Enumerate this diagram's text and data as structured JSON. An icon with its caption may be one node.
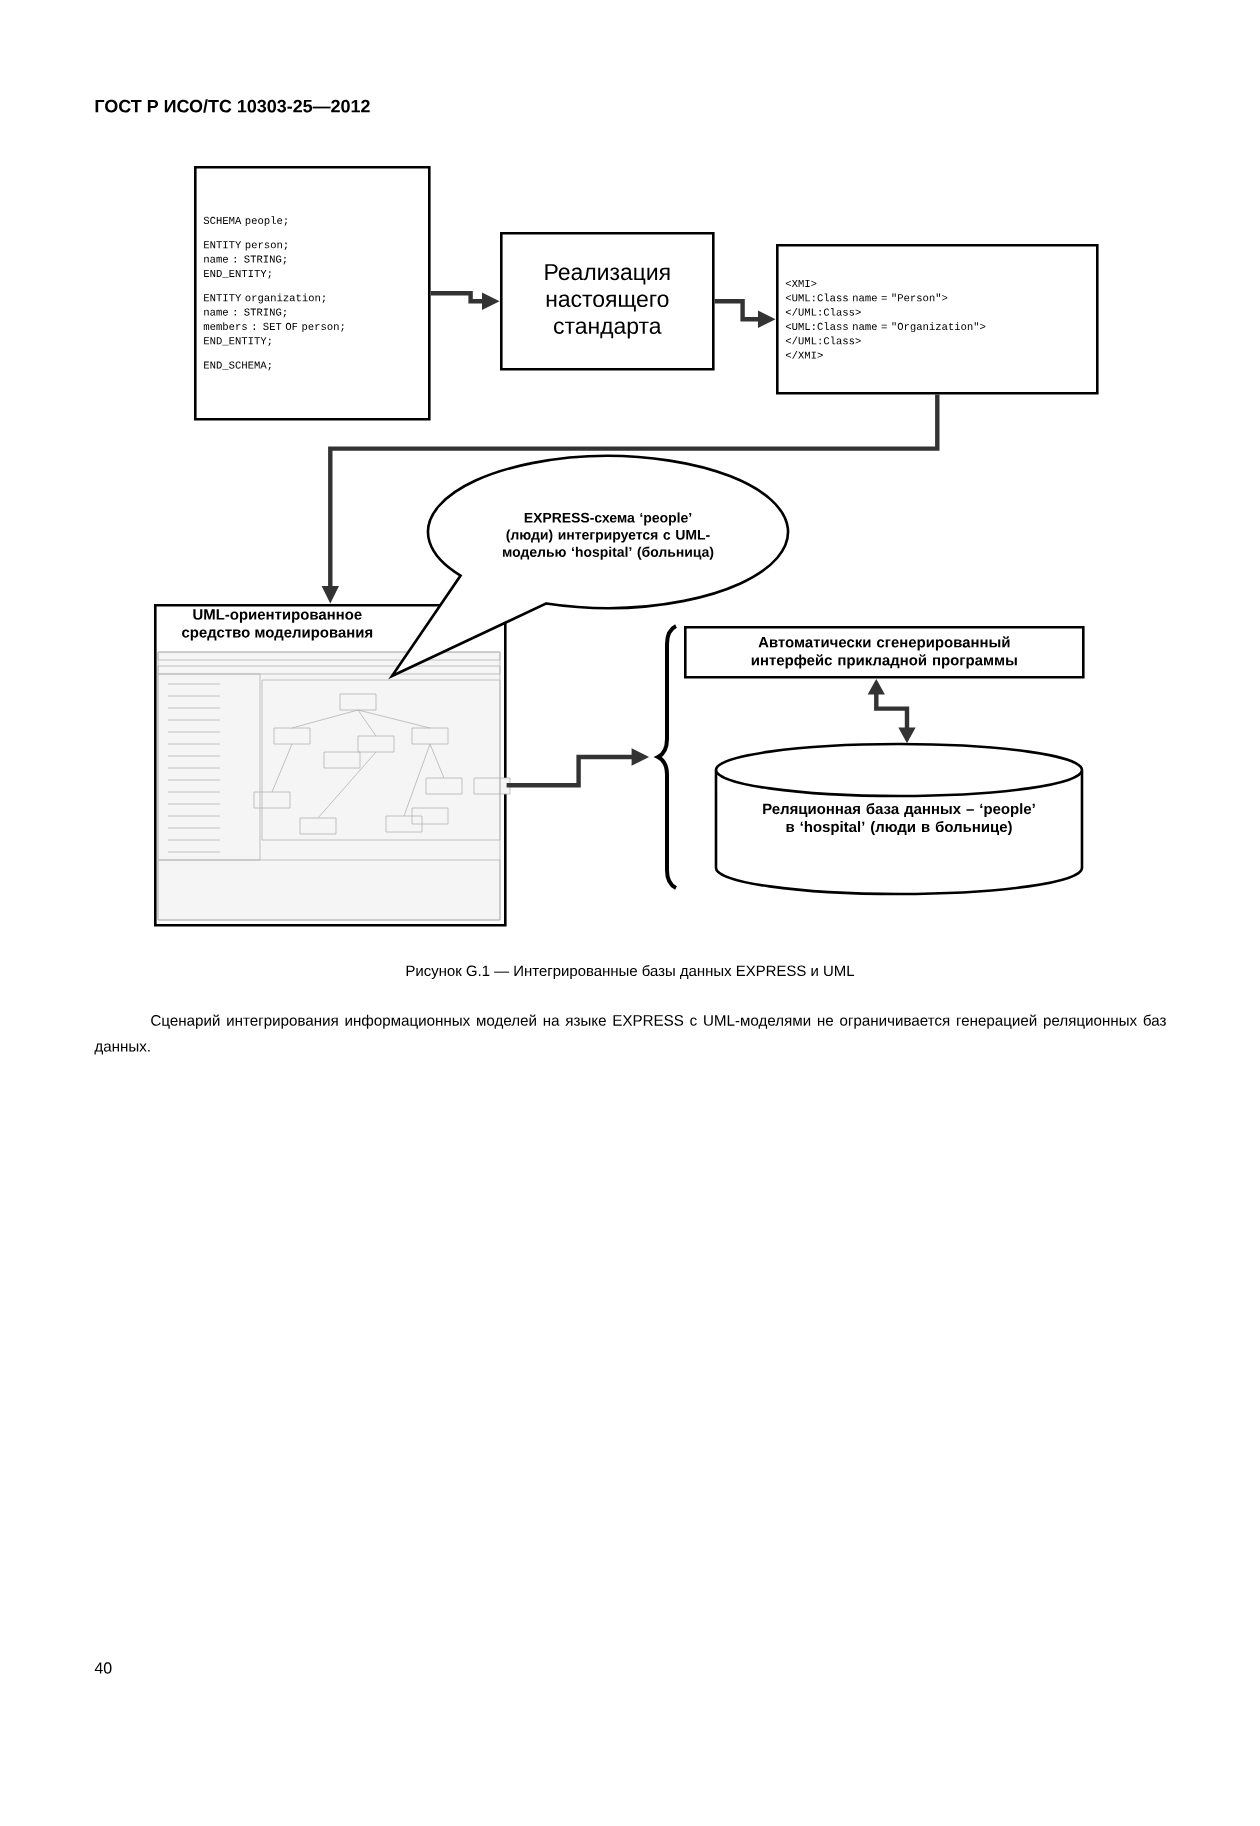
{
  "diagram": {
    "title": "ГОСТ Р ИСО/ТС 10303-25—2012",
    "caption": "Рисунок G.1 — Интегрированные базы данных EXPRESS и UML",
    "nodes": [
      {
        "text": [
          "SCHEMA people;",
          "ENTITY person;",
          "name : STRING;",
          "END_ENTITY;",
          "ENTITY organization;",
          "name : STRING;",
          "members : SET OF person;",
          "END_ENTITY;",
          "END_SCHEMA;"
        ]
      },
      {
        "text": [
          "Реализация настоящего стандарта"
        ]
      },
      {
        "text": [
          "<XMI>",
          "<UML:Class name = \"Person\">",
          "</UML:Class>",
          "<UML:Class name = \"Organization\">",
          "</UML:Class>",
          "</XMI>"
        ]
      },
      {
        "text": [
          "UML-ориентированное средство моделирования"
        ]
      },
      {
        "text": [
          "EXPRESS-схема ‘people’ (люди) интегрируется с UML-моделью ‘hospital’ (больница)"
        ]
      },
      {
        "text": [],
        "shape": "brace"
      },
      {
        "text": [
          "Автоматически сгенерированный интерфейс прикладной программы"
        ]
      },
      {
        "text": [
          "Реляционная база данных – ‘people’ в ‘hospital’ (люди в больнице)"
        ]
      }
    ],
    "edges": [
      {
        "from": 0,
        "to": 1,
        "arrow": "to"
      },
      {
        "from": 1,
        "to": 2,
        "arrow": "to"
      },
      {
        "from": 2,
        "to": 3,
        "arrow": "to"
      },
      {
        "from": 3,
        "to": 5,
        "arrow": "to"
      },
      {
        "from": 6,
        "to": 7,
        "arrow": "both"
      }
    ],
    "labels": [
      "Сценарий интегрирования информационных моделей на языке EXPRESS с UML-моделями не ограничивается генерацией реляционных баз данных.",
      "40"
    ]
  }
}
